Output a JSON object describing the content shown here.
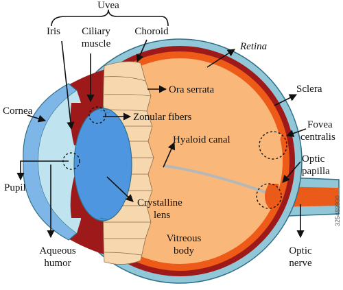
{
  "colors": {
    "sclera": "#92c7d8",
    "sclera_edge": "#2f6f88",
    "choroid": "#9e1a1a",
    "retina": "#ee5a18",
    "vitreous": "#f9b87a",
    "cornea": "#7fb6e8",
    "aqueous": "#bfe4f0",
    "lens": "#4f96e0",
    "ciliary": "#f7d8ae",
    "nerve": "#ea5a18"
  },
  "labels": {
    "uvea": "Uvea",
    "iris": "Iris",
    "ciliary_line1": "Ciliary",
    "ciliary_line2": "muscle",
    "choroid": "Choroid",
    "retina": "Retina",
    "ora_serrata": "Ora serrata",
    "sclera": "Sclera",
    "cornea": "Cornea",
    "zonular_fibers": "Zonular fibers",
    "hyaloid_canal": "Hyaloid canal",
    "fovea_line1": "Fovea",
    "fovea_line2": "centralis",
    "papilla_line1": "Optic",
    "papilla_line2": "papilla",
    "pupil": "Pupil",
    "crystalline_line1": "Crystalline",
    "crystalline_line2": "lens",
    "vitreous_line1": "Vitreous",
    "vitreous_line2": "body",
    "aqueous_line1": "Aqueous",
    "aqueous_line2": "humor",
    "optic_nerve_line1": "Optic",
    "optic_nerve_line2": "nerve"
  },
  "watermark": "325489930"
}
